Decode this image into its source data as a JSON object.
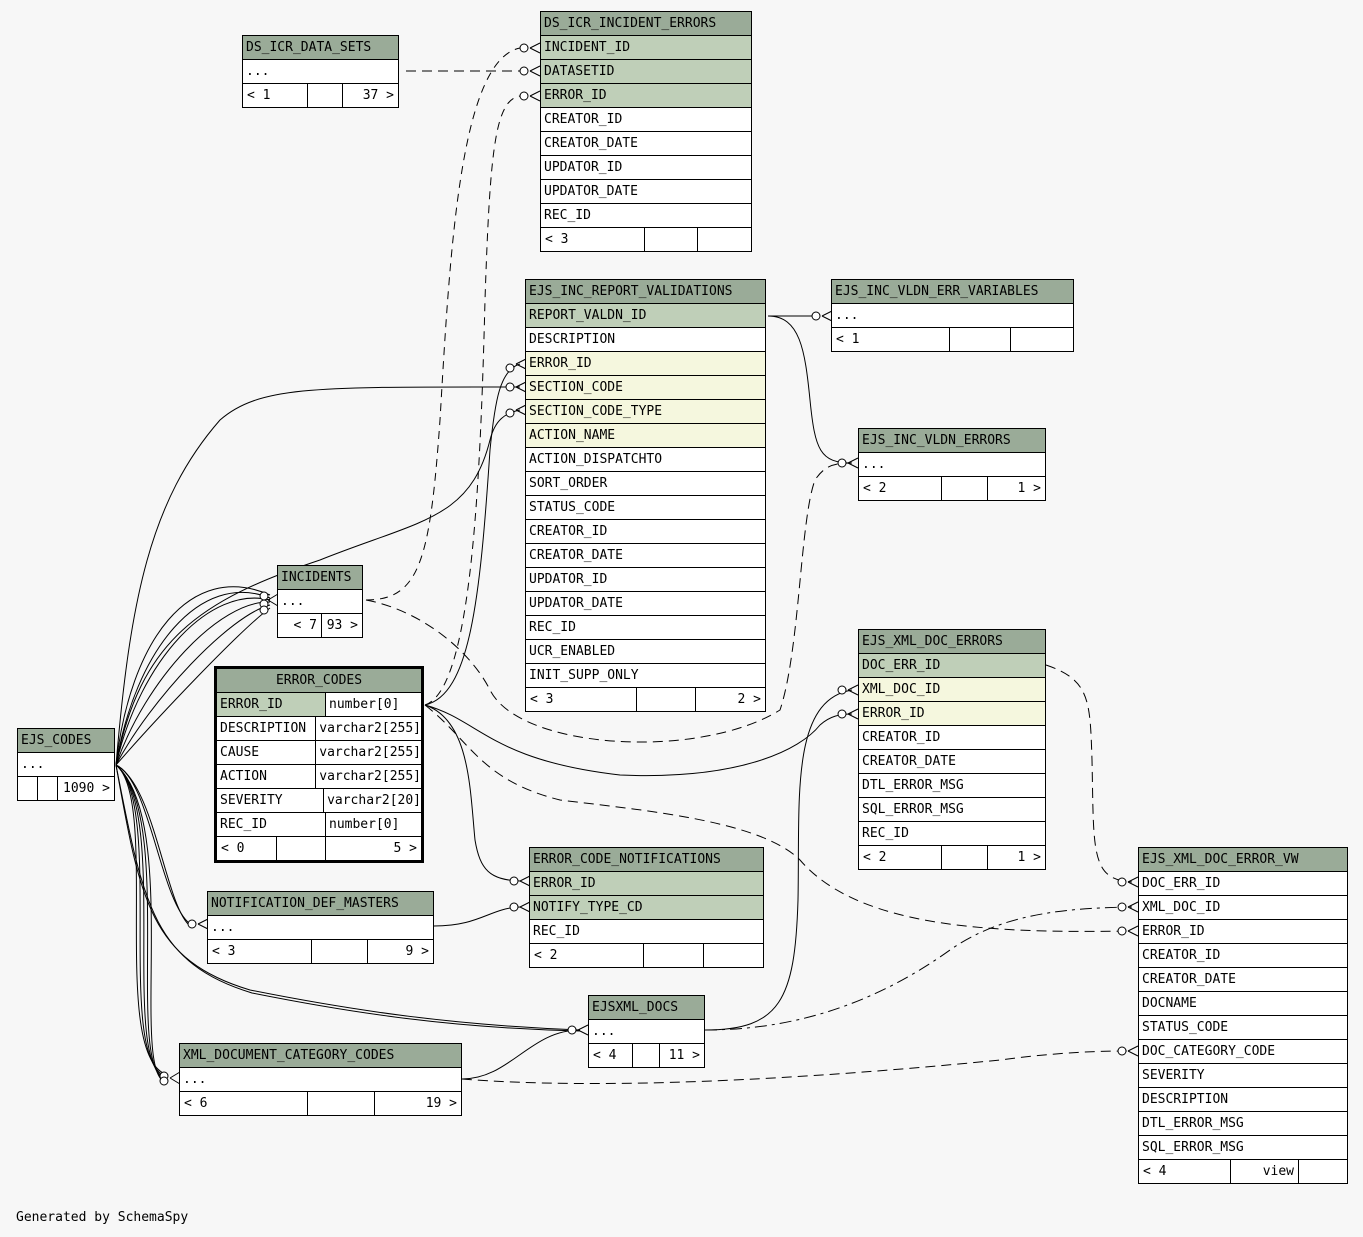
{
  "footer": "Generated by SchemaSpy",
  "tables": {
    "ds_icr_data_sets": {
      "name": "DS_ICR_DATA_SETS",
      "rows": [
        "..."
      ],
      "nav": [
        "< 1",
        "",
        "37 >"
      ]
    },
    "ds_icr_incident_errors": {
      "name": "DS_ICR_INCIDENT_ERRORS",
      "rows": [
        "INCIDENT_ID",
        "DATASETID",
        "ERROR_ID",
        "CREATOR_ID",
        "CREATOR_DATE",
        "UPDATOR_ID",
        "UPDATOR_DATE",
        "REC_ID"
      ],
      "nav": [
        "< 3",
        "",
        ""
      ]
    },
    "ejs_inc_report_validations": {
      "name": "EJS_INC_REPORT_VALIDATIONS",
      "rows": [
        "REPORT_VALDN_ID",
        "DESCRIPTION",
        "ERROR_ID",
        "SECTION_CODE",
        "SECTION_CODE_TYPE",
        "ACTION_NAME",
        "ACTION_DISPATCHTO",
        "SORT_ORDER",
        "STATUS_CODE",
        "CREATOR_ID",
        "CREATOR_DATE",
        "UPDATOR_ID",
        "UPDATOR_DATE",
        "REC_ID",
        "UCR_ENABLED",
        "INIT_SUPP_ONLY"
      ],
      "nav": [
        "< 3",
        "",
        "2 >"
      ]
    },
    "ejs_inc_vldn_err_variables": {
      "name": "EJS_INC_VLDN_ERR_VARIABLES",
      "rows": [
        "..."
      ],
      "nav": [
        "< 1",
        "",
        ""
      ]
    },
    "ejs_inc_vldn_errors": {
      "name": "EJS_INC_VLDN_ERRORS",
      "rows": [
        "..."
      ],
      "nav": [
        "< 2",
        "",
        "1 >"
      ]
    },
    "incidents": {
      "name": "INCIDENTS",
      "rows": [
        "..."
      ],
      "nav": [
        "< 7",
        "93 >"
      ]
    },
    "error_codes": {
      "name": "ERROR_CODES",
      "rows": [
        [
          "ERROR_ID",
          "number[0]"
        ],
        [
          "DESCRIPTION",
          "varchar2[255]"
        ],
        [
          "CAUSE",
          "varchar2[255]"
        ],
        [
          "ACTION",
          "varchar2[255]"
        ],
        [
          "SEVERITY",
          "varchar2[20]"
        ],
        [
          "REC_ID",
          "number[0]"
        ]
      ],
      "nav": [
        "< 0",
        "",
        "5 >"
      ]
    },
    "ejs_codes": {
      "name": "EJS_CODES",
      "rows": [
        "..."
      ],
      "nav": [
        "",
        "",
        "1090 >"
      ]
    },
    "ejs_xml_doc_errors": {
      "name": "EJS_XML_DOC_ERRORS",
      "rows": [
        "DOC_ERR_ID",
        "XML_DOC_ID",
        "ERROR_ID",
        "CREATOR_ID",
        "CREATOR_DATE",
        "DTL_ERROR_MSG",
        "SQL_ERROR_MSG",
        "REC_ID"
      ],
      "nav": [
        "< 2",
        "",
        "1 >"
      ]
    },
    "error_code_notifications": {
      "name": "ERROR_CODE_NOTIFICATIONS",
      "rows": [
        "ERROR_ID",
        "NOTIFY_TYPE_CD",
        "REC_ID"
      ],
      "nav": [
        "< 2",
        "",
        ""
      ]
    },
    "notification_def_masters": {
      "name": "NOTIFICATION_DEF_MASTERS",
      "rows": [
        "..."
      ],
      "nav": [
        "< 3",
        "",
        "9 >"
      ]
    },
    "ejsxml_docs": {
      "name": "EJSXML_DOCS",
      "rows": [
        "..."
      ],
      "nav": [
        "< 4",
        "",
        "11 >"
      ]
    },
    "xml_document_category_codes": {
      "name": "XML_DOCUMENT_CATEGORY_CODES",
      "rows": [
        "..."
      ],
      "nav": [
        "< 6",
        "",
        "19 >"
      ]
    },
    "ejs_xml_doc_error_vw": {
      "name": "EJS_XML_DOC_ERROR_VW",
      "rows": [
        "DOC_ERR_ID",
        "XML_DOC_ID",
        "ERROR_ID",
        "CREATOR_ID",
        "CREATOR_DATE",
        "DOCNAME",
        "STATUS_CODE",
        "DOC_CATEGORY_CODE",
        "SEVERITY",
        "DESCRIPTION",
        "DTL_ERROR_MSG",
        "SQL_ERROR_MSG"
      ],
      "nav": [
        "< 4",
        "view",
        ""
      ]
    }
  },
  "colors": {
    "header": "#9aab98",
    "primary_key": "#bfcfb8",
    "foreign_key": "#f5f7de",
    "background": "#f7f7f7"
  }
}
